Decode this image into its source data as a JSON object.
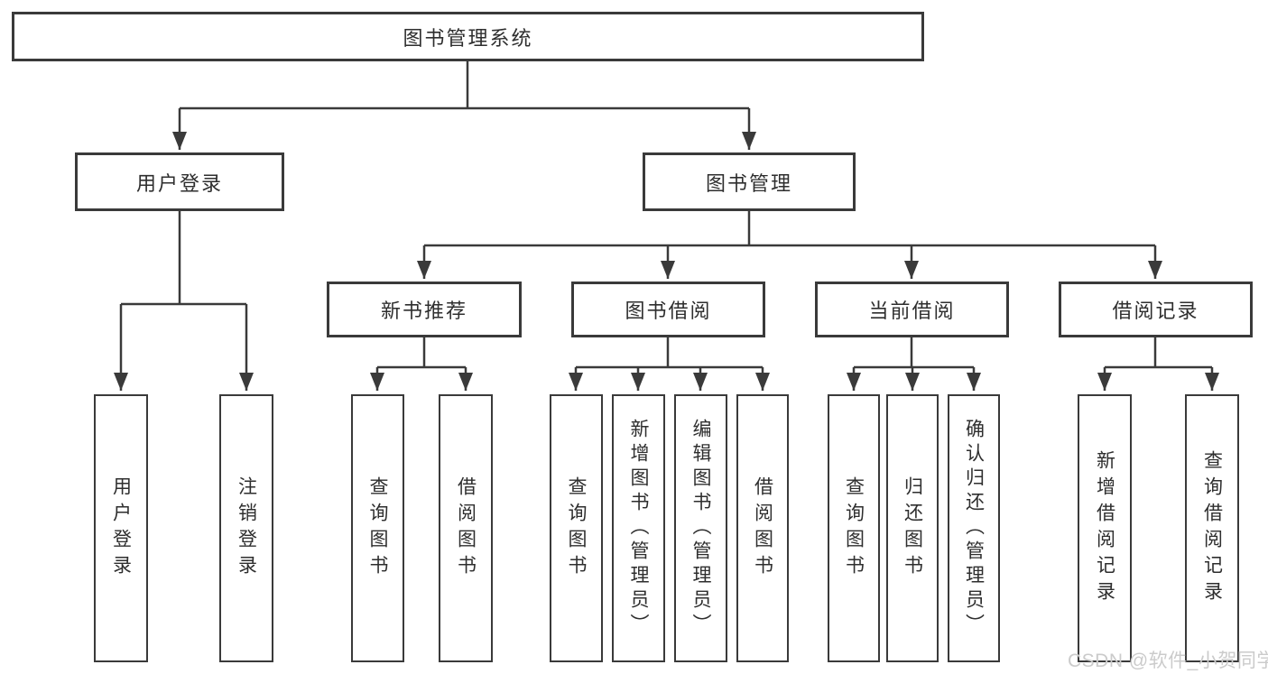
{
  "tree": {
    "root": {
      "label": "图书管理系统"
    },
    "level2": [
      {
        "label": "用户登录",
        "children": [
          "用户登录",
          "注销登录"
        ]
      },
      {
        "label": "图书管理",
        "children": [
          {
            "label": "新书推荐",
            "children": [
              "查询图书",
              "借阅图书"
            ]
          },
          {
            "label": "图书借阅",
            "children": [
              "查询图书",
              "新增图书（管理员）",
              "编辑图书（管理员）",
              "借阅图书"
            ]
          },
          {
            "label": "当前借阅",
            "children": [
              "查询图书",
              "归还图书",
              "确认归还（管理员）"
            ]
          },
          {
            "label": "借阅记录",
            "children": [
              "新增借阅记录",
              "查询借阅记录"
            ]
          }
        ]
      }
    ]
  },
  "watermark": {
    "text": "CSDN @软件_小贺同学"
  },
  "colors": {
    "line": "#3a3a3a",
    "text": "#2e2e2e",
    "background": "#ffffff",
    "watermark": "#cbcbcb"
  }
}
